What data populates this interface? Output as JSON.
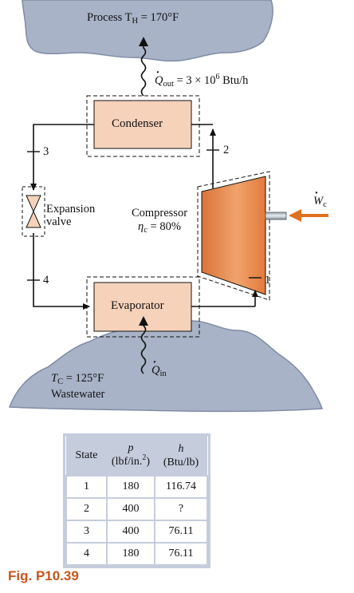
{
  "process_label": "Process T",
  "process_sub": "H",
  "process_value": " = 170°F",
  "qout_sub": "out",
  "qout_value": " = 3 × 10",
  "qout_exp": "6",
  "qout_unit": " Btu/h",
  "condenser": "Condenser",
  "evaporator": "Evaporator",
  "expansion_line1": "Expansion",
  "expansion_line2": "valve",
  "compressor_line1": "Compressor",
  "compressor_eta": "η",
  "compressor_eta_sub": "c",
  "compressor_eta_value": " = 80%",
  "wc_sub": "c",
  "qin_sub": "in",
  "cold_label": "T",
  "cold_sub": "C",
  "cold_value": " = 125°F",
  "wastewater": "Wastewater",
  "state_numbers": [
    "1",
    "2",
    "3",
    "4"
  ],
  "table": {
    "header_state": "State",
    "header_p_symbol": "p",
    "header_p_unit_pre": "(lbf/in.",
    "header_p_unit_exp": "2",
    "header_p_unit_post": ")",
    "header_h_symbol": "h",
    "header_h_unit": "(Btu/lb)",
    "rows": [
      {
        "state": "1",
        "p": "180",
        "h": "116.74"
      },
      {
        "state": "2",
        "p": "400",
        "h": "?"
      },
      {
        "state": "3",
        "p": "400",
        "h": "76.11"
      },
      {
        "state": "4",
        "p": "180",
        "h": "76.11"
      }
    ]
  },
  "caption": "Fig. P10.39",
  "colors": {
    "reservoir": "#a8b3c7",
    "box_fill": "#f6d2bb",
    "compressor": "#e68a4f",
    "arrow_orange": "#e0711f",
    "table_header": "#c5cddd",
    "caption": "#c9541a"
  }
}
